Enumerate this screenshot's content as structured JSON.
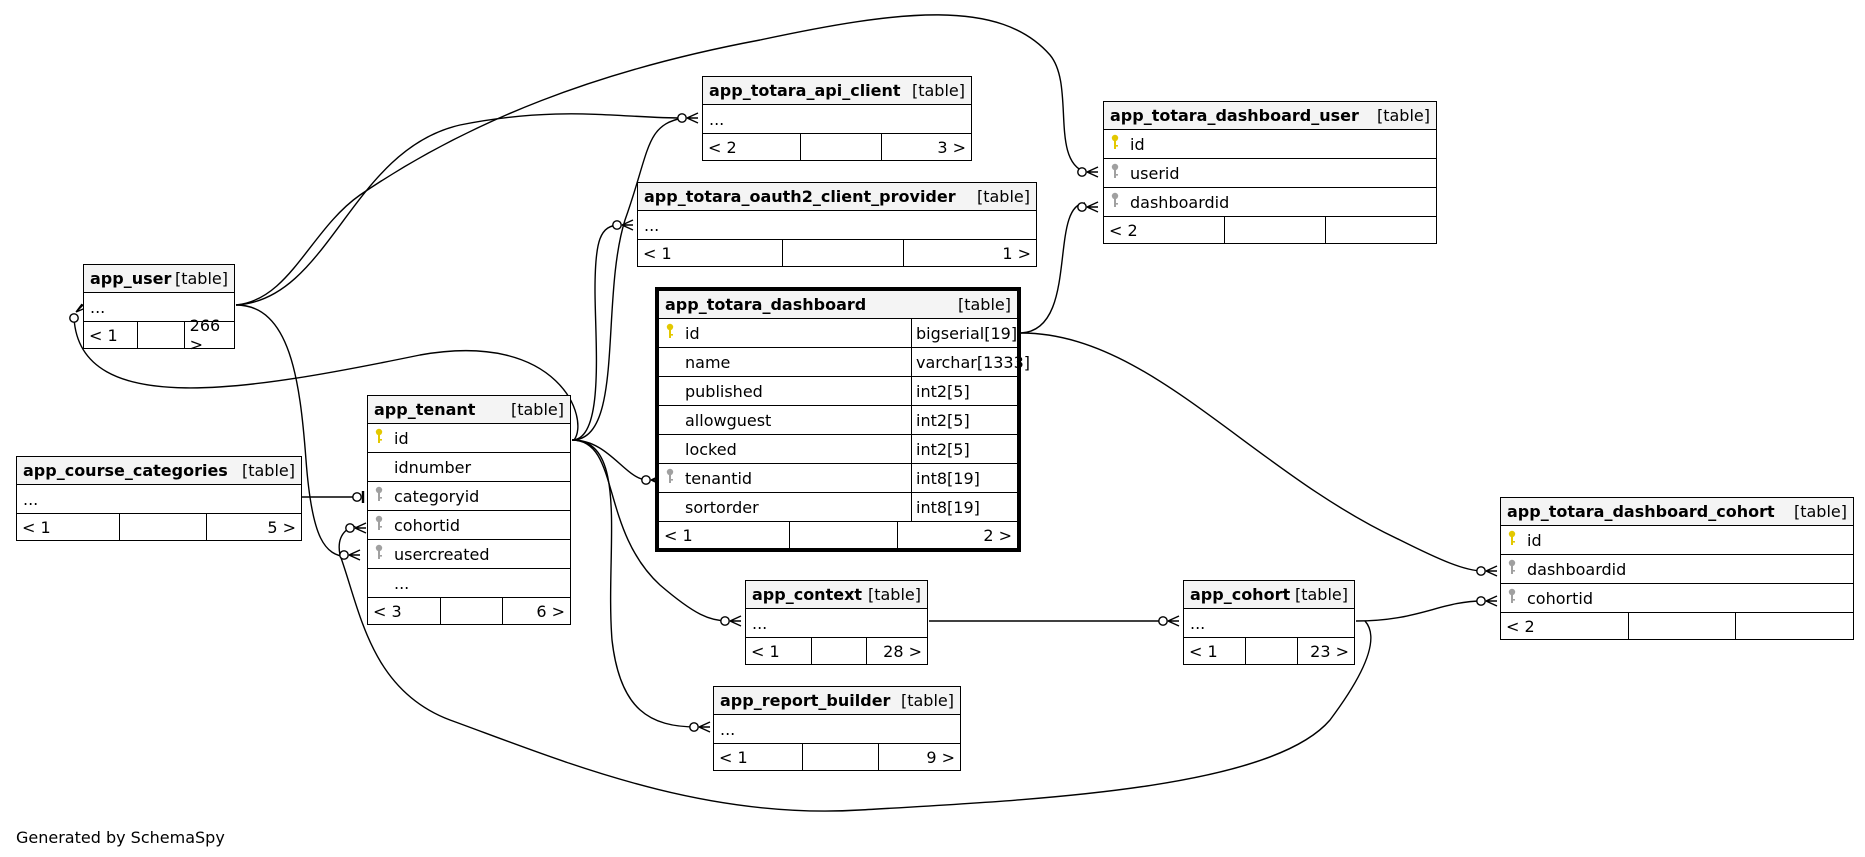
{
  "footer": "Generated by SchemaSpy",
  "colors": {
    "pk_icon": "#e3c800",
    "fk_icon": "#a0a0a0",
    "header_bg": "#f4f4f4"
  },
  "tables": {
    "app_user": {
      "name": "app_user",
      "tag": "[table]",
      "rows": [
        "..."
      ],
      "nav": [
        "< 1",
        "",
        "266 >"
      ]
    },
    "app_course_categories": {
      "name": "app_course_categories",
      "tag": "[table]",
      "rows": [
        "..."
      ],
      "nav": [
        "< 1",
        "",
        "5 >"
      ]
    },
    "app_tenant": {
      "name": "app_tenant",
      "tag": "[table]",
      "rows": [
        {
          "icon": "pk",
          "name": "id"
        },
        {
          "icon": "",
          "name": "idnumber"
        },
        {
          "icon": "fk",
          "name": "categoryid"
        },
        {
          "icon": "fk",
          "name": "cohortid"
        },
        {
          "icon": "fk",
          "name": "usercreated"
        },
        {
          "icon": "",
          "name": "..."
        }
      ],
      "nav": [
        "< 3",
        "",
        "6 >"
      ]
    },
    "app_totara_api_client": {
      "name": "app_totara_api_client",
      "tag": "[table]",
      "rows": [
        "..."
      ],
      "nav": [
        "< 2",
        "",
        "3 >"
      ]
    },
    "app_totara_oauth2_client_provider": {
      "name": "app_totara_oauth2_client_provider",
      "tag": "[table]",
      "rows": [
        "..."
      ],
      "nav": [
        "< 1",
        "",
        "1 >"
      ]
    },
    "app_totara_dashboard": {
      "name": "app_totara_dashboard",
      "tag": "[table]",
      "rows": [
        {
          "icon": "pk",
          "name": "id",
          "type": "bigserial[19]"
        },
        {
          "icon": "",
          "name": "name",
          "type": "varchar[1333]"
        },
        {
          "icon": "",
          "name": "published",
          "type": "int2[5]"
        },
        {
          "icon": "",
          "name": "allowguest",
          "type": "int2[5]"
        },
        {
          "icon": "",
          "name": "locked",
          "type": "int2[5]"
        },
        {
          "icon": "fk",
          "name": "tenantid",
          "type": "int8[19]"
        },
        {
          "icon": "",
          "name": "sortorder",
          "type": "int8[19]"
        }
      ],
      "nav": [
        "< 1",
        "",
        "2 >"
      ]
    },
    "app_totara_dashboard_user": {
      "name": "app_totara_dashboard_user",
      "tag": "[table]",
      "rows": [
        {
          "icon": "pk",
          "name": "id"
        },
        {
          "icon": "fk",
          "name": "userid"
        },
        {
          "icon": "fk",
          "name": "dashboardid"
        }
      ],
      "nav": [
        "< 2",
        "",
        ""
      ]
    },
    "app_context": {
      "name": "app_context",
      "tag": "[table]",
      "rows": [
        "..."
      ],
      "nav": [
        "< 1",
        "",
        "28 >"
      ]
    },
    "app_cohort": {
      "name": "app_cohort",
      "tag": "[table]",
      "rows": [
        "..."
      ],
      "nav": [
        "< 1",
        "",
        "23 >"
      ]
    },
    "app_report_builder": {
      "name": "app_report_builder",
      "tag": "[table]",
      "rows": [
        "..."
      ],
      "nav": [
        "< 1",
        "",
        "9 >"
      ]
    },
    "app_totara_dashboard_cohort": {
      "name": "app_totara_dashboard_cohort",
      "tag": "[table]",
      "rows": [
        {
          "icon": "pk",
          "name": "id"
        },
        {
          "icon": "fk",
          "name": "dashboardid"
        },
        {
          "icon": "fk",
          "name": "cohortid"
        }
      ],
      "nav": [
        "< 2",
        "",
        ""
      ]
    }
  }
}
